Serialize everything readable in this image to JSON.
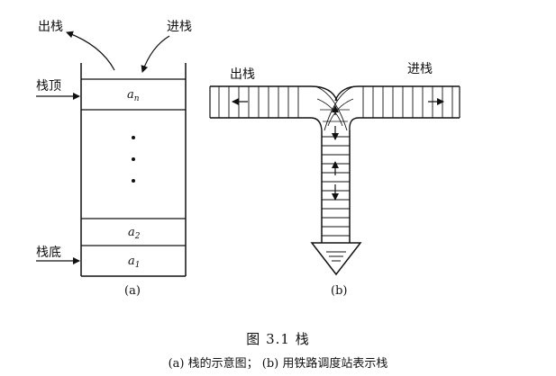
{
  "panel_a": {
    "label_out": "出栈",
    "label_in": "进栈",
    "label_top": "栈顶",
    "label_bottom": "栈底",
    "element_top": "a",
    "element_top_sub": "n",
    "element_2": "a",
    "element_2_sub": "2",
    "element_1": "a",
    "element_1_sub": "1",
    "sublabel": "(a)"
  },
  "panel_b": {
    "label_out": "出栈",
    "label_in": "进栈",
    "sublabel": "(b)"
  },
  "caption": {
    "title": "图 3.1   栈",
    "subtitle": "(a) 栈的示意图； (b) 用铁路调度站表示栈"
  }
}
